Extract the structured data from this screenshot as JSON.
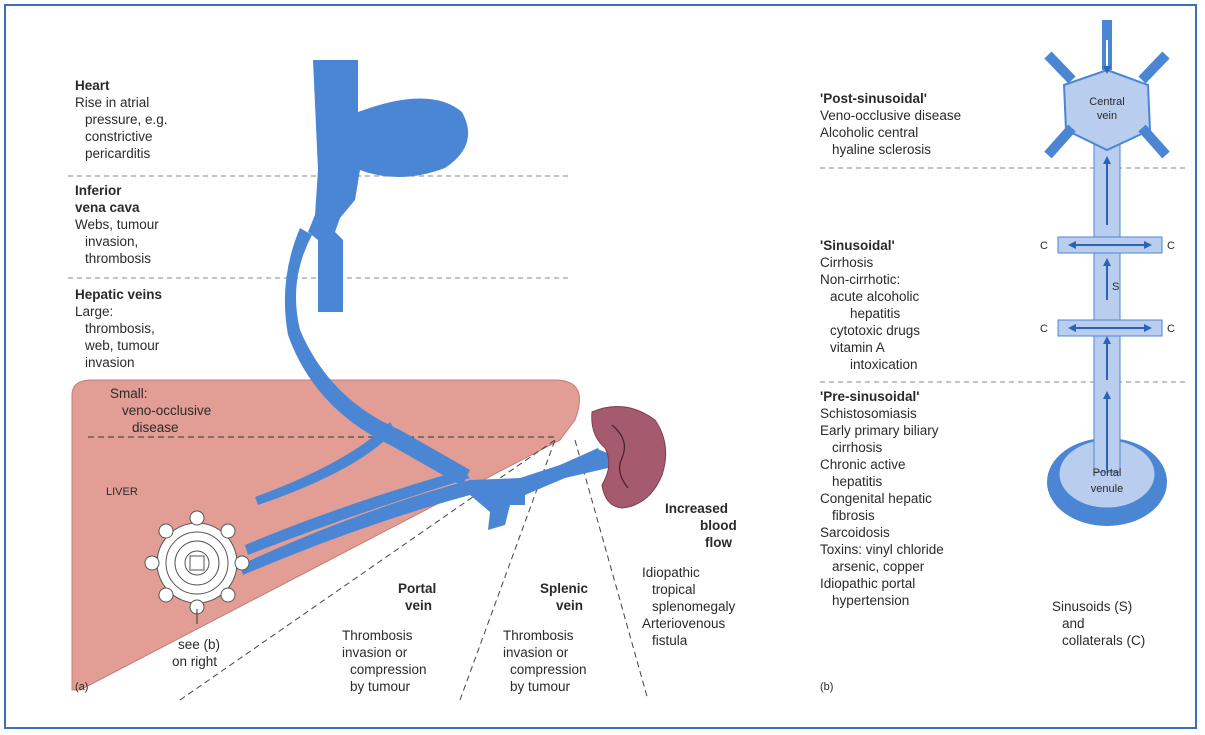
{
  "panel_a": {
    "heart": {
      "title": "Heart",
      "lines": [
        "Rise in atrial",
        "pressure, e.g.",
        "constrictive",
        "pericarditis"
      ]
    },
    "ivc": {
      "title_lines": [
        "Inferior",
        "vena cava"
      ],
      "lines": [
        "Webs, tumour",
        "invasion,",
        "thrombosis"
      ]
    },
    "hepatic_veins": {
      "title": "Hepatic veins",
      "lines": [
        "Large:",
        "thrombosis,",
        "web, tumour",
        "invasion"
      ]
    },
    "small": {
      "lines": [
        "Small:",
        "veno-occlusive",
        "disease"
      ]
    },
    "liver_label": "LIVER",
    "see_b": [
      "see (b)",
      "on right"
    ],
    "portal_vein": {
      "title_lines": [
        "Portal",
        "vein"
      ],
      "lines": [
        "Thrombosis",
        "invasion or",
        "compression",
        "by tumour"
      ]
    },
    "splenic_vein": {
      "title_lines": [
        "Splenic",
        "vein"
      ],
      "lines": [
        "Thrombosis",
        "invasion or",
        "compression",
        "by tumour"
      ]
    },
    "increased_flow": {
      "title_lines": [
        "Increased",
        "blood",
        "flow"
      ],
      "lines": [
        "Idiopathic",
        "tropical",
        "splenomegaly",
        "Arteriovenous",
        "fistula"
      ]
    },
    "panel_label": "(a)"
  },
  "panel_b": {
    "post": {
      "title": "'Post-sinusoidal'",
      "lines": [
        "Veno-occlusive disease",
        "Alcoholic central",
        "hyaline sclerosis"
      ]
    },
    "sinusoidal": {
      "title": "'Sinusoidal'",
      "lines": [
        "Cirrhosis",
        "Non-cirrhotic:",
        "acute alcoholic",
        "hepatitis",
        "cytotoxic drugs",
        "vitamin A",
        "intoxication"
      ]
    },
    "pre": {
      "title": "'Pre-sinusoidal'",
      "lines": [
        "Schistosomiasis",
        "Early primary biliary",
        "cirrhosis",
        "Chronic active",
        "hepatitis",
        "Congenital hepatic",
        "fibrosis",
        "Sarcoidosis",
        "Toxins: vinyl chloride",
        "arsenic, copper",
        "Idiopathic portal",
        "hypertension"
      ]
    },
    "central_vein": [
      "Central",
      "vein"
    ],
    "portal_venule": [
      "Portal",
      "venule"
    ],
    "c_label": "C",
    "s_label": "S",
    "legend": [
      "Sinusoids (S)",
      "and",
      "collaterals (C)"
    ],
    "panel_label": "(b)"
  },
  "colors": {
    "vein_blue": "#4a86d4",
    "light_blue": "#b9cdee",
    "liver_pink": "#e29d95",
    "spleen": "#a55a6e",
    "frame_blue": "#3b6fb6"
  }
}
